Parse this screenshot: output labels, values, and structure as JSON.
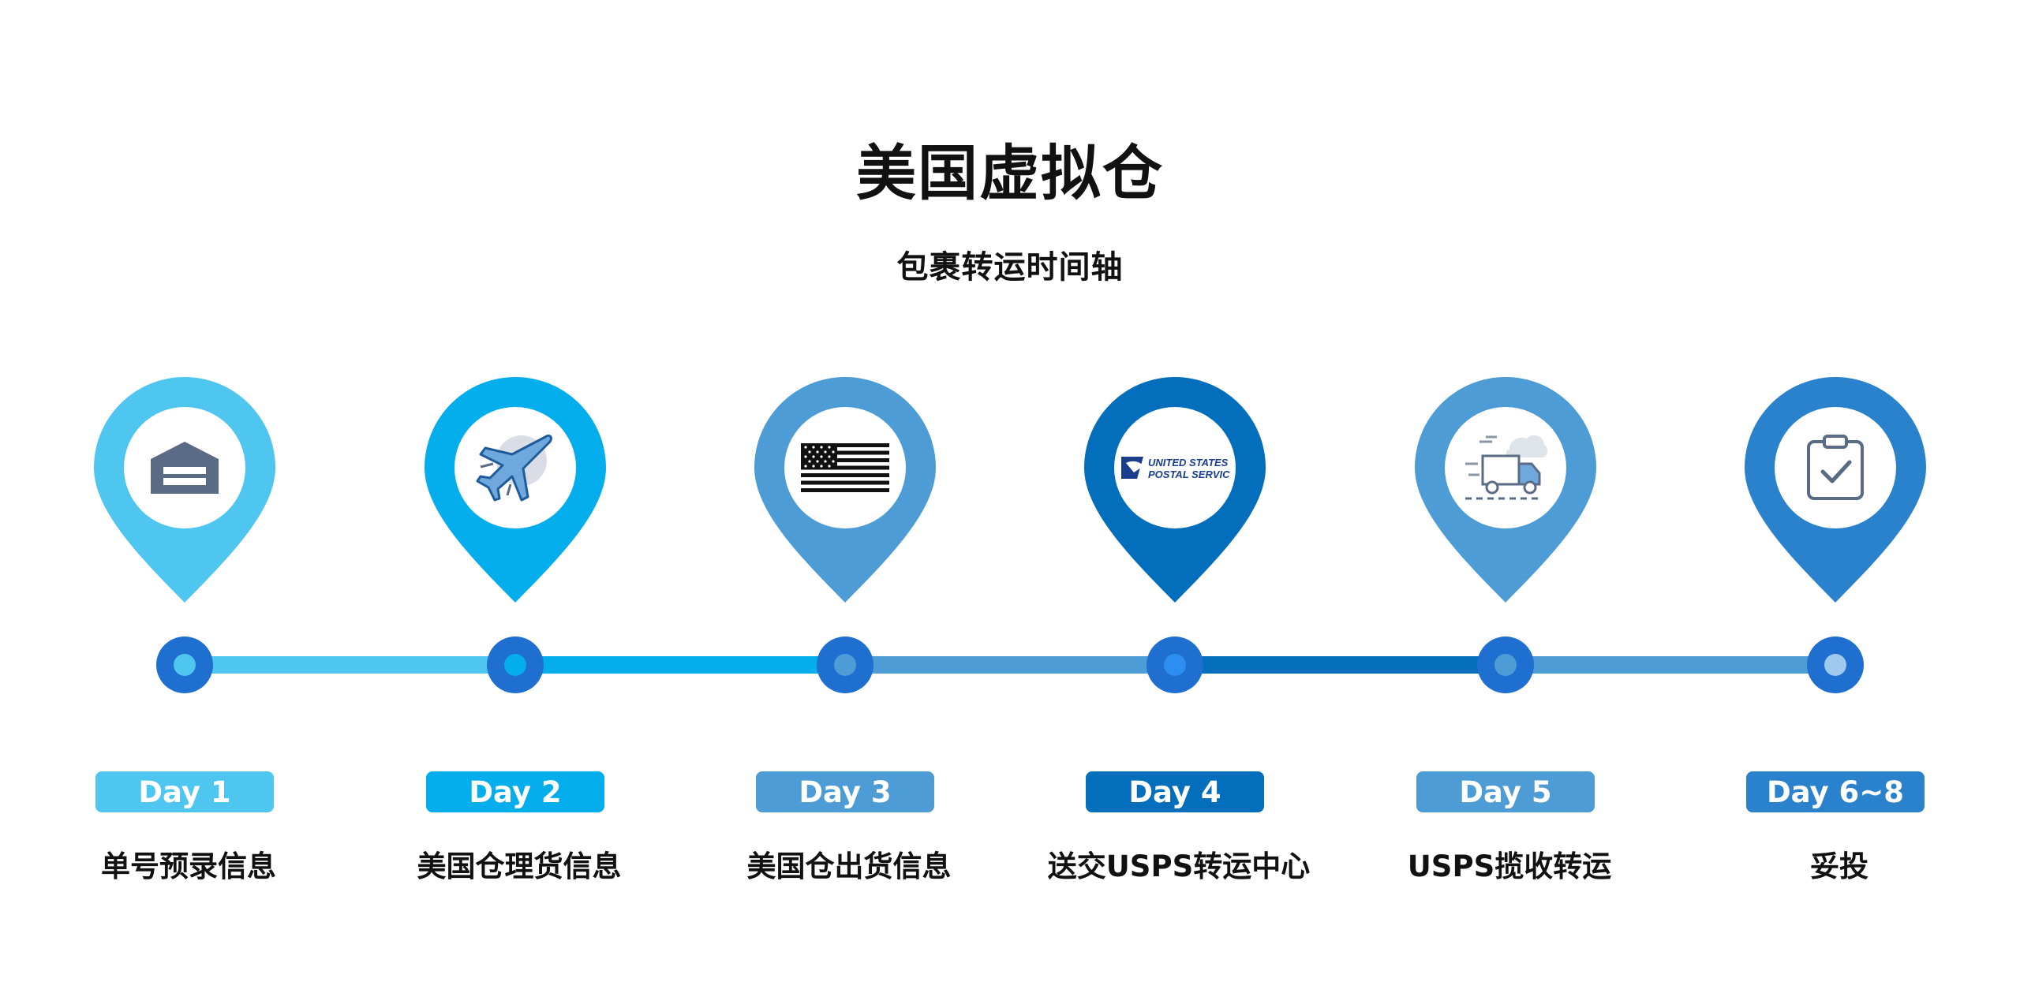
{
  "title": "美国虚拟仓",
  "subtitle": "包裹转运时间轴",
  "colors": {
    "node": "#1f6fd0",
    "icon_gray": "#5a6b85"
  },
  "steps": [
    {
      "day": "Day 1",
      "label": "单号预录信息",
      "icon": "warehouse-icon",
      "color": "#4ec6f0"
    },
    {
      "day": "Day 2",
      "label": "美国仓理货信息",
      "icon": "airplane-icon",
      "color": "#04adec"
    },
    {
      "day": "Day 3",
      "label": "美国仓出货信息",
      "icon": "us-flag-icon",
      "color": "#4d9cd6"
    },
    {
      "day": "Day 4",
      "label": "送交USPS转运中心",
      "icon": "usps-logo-icon",
      "color": "#036ebc"
    },
    {
      "day": "Day 5",
      "label": "USPS揽收转运",
      "icon": "delivery-truck-icon",
      "color": "#4d9cd6"
    },
    {
      "day": "Day 6~8",
      "label": "妥投",
      "icon": "clipboard-check-icon",
      "color": "#2b82cc"
    }
  ],
  "usps_logo": {
    "line1": "UNITED STATES",
    "line2": "POSTAL SERVICE"
  }
}
